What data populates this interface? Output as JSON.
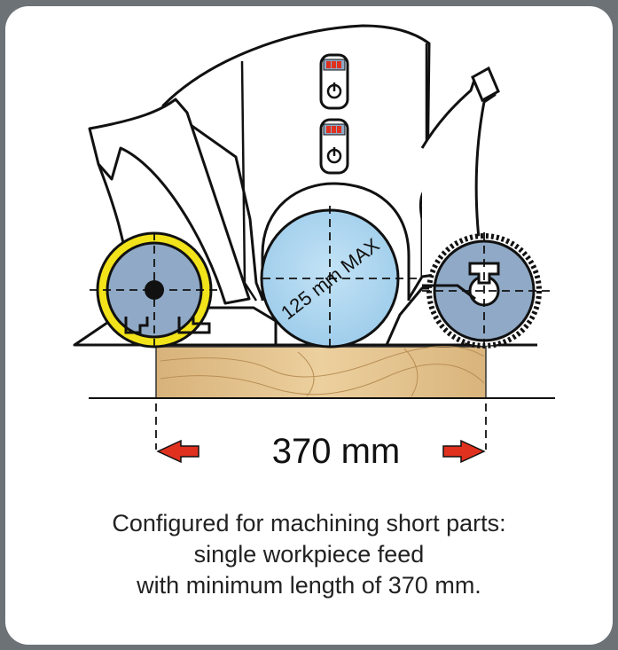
{
  "diagram": {
    "max_label": "125 mm MAX",
    "dimension_label": "370 mm",
    "counter_top": "000",
    "counter_bottom": "000"
  },
  "caption": {
    "line1": "Configured for machining short parts:",
    "line2": "single workpiece feed",
    "line3": "with minimum length of 370 mm."
  },
  "colors": {
    "background": "#6d7276",
    "card": "#ffffff",
    "roller_blue": "#8fa9c6",
    "cutter_blue": "#a9d3ee",
    "yellow_ring": "#f2e31a",
    "wood": "#e3c38c",
    "arrow_red": "#e0311f"
  }
}
